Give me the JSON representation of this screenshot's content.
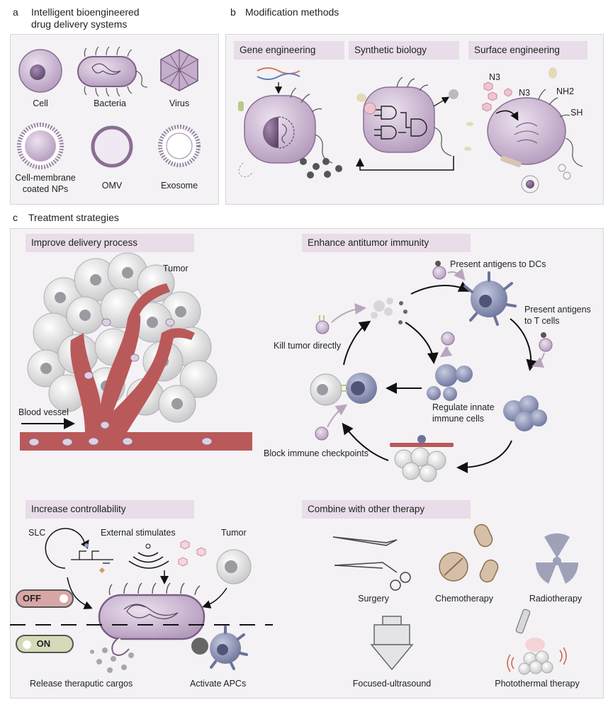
{
  "panel_a": {
    "letter": "a",
    "title_line1": "Intelligent bioengineered",
    "title_line2": "drug delivery systems",
    "items": [
      "Cell",
      "Bacteria",
      "Virus",
      "Cell-membrane",
      "coated NPs",
      "OMV",
      "Exosome"
    ]
  },
  "panel_b": {
    "letter": "b",
    "title": "Modification methods",
    "headers": [
      "Gene engineering",
      "Synthetic biology",
      "Surface engineering"
    ],
    "labels": [
      "N3",
      "N3",
      "NH2",
      "SH"
    ]
  },
  "panel_c": {
    "letter": "c",
    "title": "Treatment strategies",
    "headers": [
      "Improve delivery process",
      "Enhance antitumor immunity",
      "Increase controllability",
      "Combine with other therapy"
    ],
    "delivery": {
      "tumor": "Tumor",
      "vessel": "Blood vessel"
    },
    "immunity": {
      "present_dcs": "Present antigens to DCs",
      "present_t1": "Present antigens",
      "present_t2": "to T cells",
      "kill": "Kill tumor directly",
      "regulate1": "Regulate innate",
      "regulate2": "immune cells",
      "block": "Block immune checkpoints"
    },
    "control": {
      "slc": "SLC",
      "external": "External stimulates",
      "tumor": "Tumor",
      "off": "OFF",
      "on": "ON",
      "release": "Release theraputic cargos",
      "activate": "Activate APCs"
    },
    "therapy": [
      "Surgery",
      "Chemotherapy",
      "Radiotherapy",
      "Focused-ultrasound",
      "Photothermal therapy"
    ]
  },
  "colors": {
    "purple": "#c9b3cf",
    "purple_dark": "#8a6e94",
    "vessel": "#b9595a",
    "panel_bg": "#f4f2f5",
    "header_bg": "#e8dde8"
  }
}
